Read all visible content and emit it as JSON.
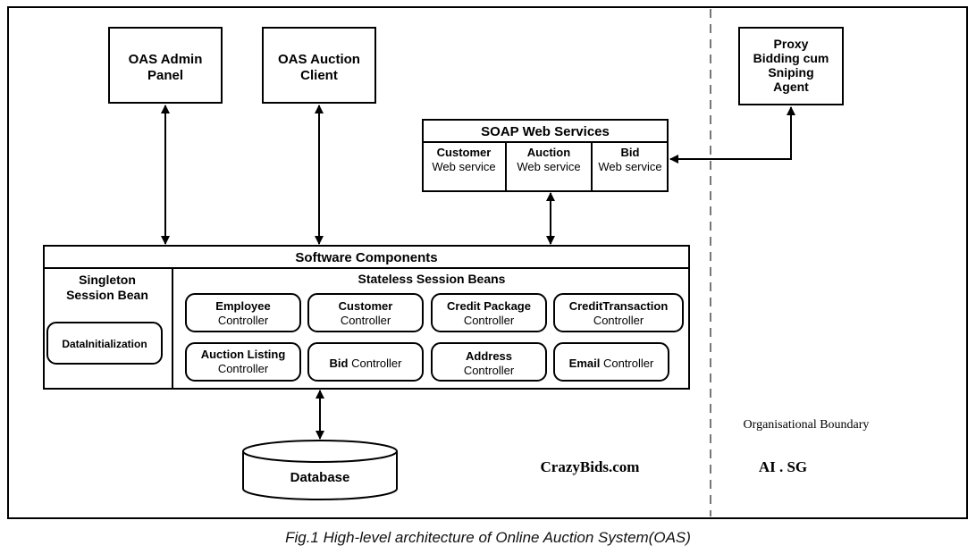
{
  "nodes": {
    "admin_panel": [
      "OAS Admin",
      "Panel"
    ],
    "auction_client": [
      "OAS Auction",
      "Client"
    ],
    "proxy_agent": [
      "Proxy",
      "Bidding cum",
      "Sniping",
      "Agent"
    ],
    "soap_title": "SOAP Web Services",
    "soap_services": [
      {
        "bold": "Customer",
        "normal": "Web service"
      },
      {
        "bold": "Auction",
        "normal": "Web service"
      },
      {
        "bold": "Bid",
        "normal": "Web service"
      }
    ],
    "software_components": "Software Components",
    "singleton_title": [
      "Singleton",
      "Session Bean"
    ],
    "data_initialization": "DataInitialization",
    "stateless_title": "Stateless Session Beans",
    "controllers_row1": [
      {
        "bold": "Employee",
        "normal": "Controller"
      },
      {
        "bold": "Customer",
        "normal": "Controller"
      },
      {
        "bold": "Credit Package",
        "normal": "Controller"
      },
      {
        "bold": "CreditTransaction",
        "normal": "Controller"
      }
    ],
    "controllers_row2": [
      {
        "bold": "Auction Listing",
        "normal": "Controller"
      },
      {
        "bold": "Bid",
        "normal": "Controller"
      },
      {
        "bold": "Address",
        "normal": "Controller"
      },
      {
        "bold": "Email",
        "normal": "Controller"
      }
    ],
    "database": "Database"
  },
  "labels": {
    "crazybids": "CrazyBids.com",
    "ai_sg": "AI . SG",
    "organisational_boundary": "Organisational Boundary"
  },
  "caption": "Fig.1 High-level architecture of Online Auction System(OAS)"
}
